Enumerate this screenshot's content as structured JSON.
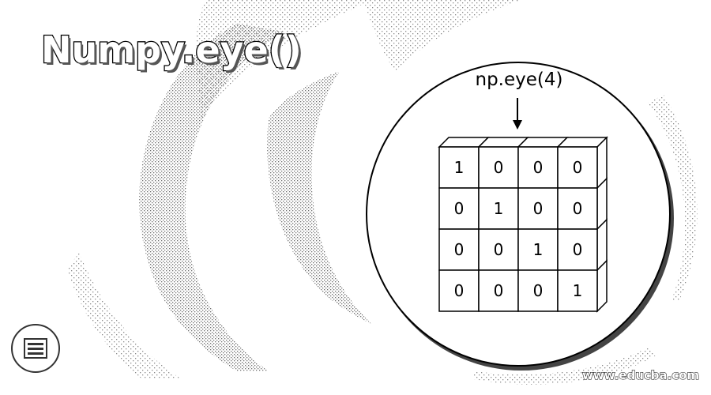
{
  "title": "Numpy.eye()",
  "function_label": "np.eye(4)",
  "matrix": [
    [
      "1",
      "0",
      "0",
      "0"
    ],
    [
      "0",
      "1",
      "0",
      "0"
    ],
    [
      "0",
      "0",
      "1",
      "0"
    ],
    [
      "0",
      "0",
      "0",
      "1"
    ]
  ],
  "website": "www.educba.com",
  "logo_icon": "educba-logo-icon",
  "colors": {
    "background": "#ffffff",
    "ink": "#000000",
    "dither": "#8a8a8a"
  }
}
